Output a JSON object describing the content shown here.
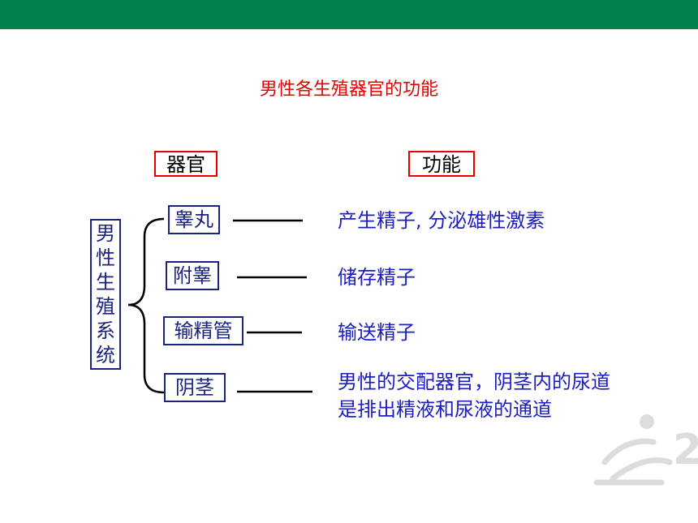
{
  "title": "男性各生殖器官的功能",
  "headers": {
    "organ": "器官",
    "function": "功能"
  },
  "system": [
    "男",
    "性",
    "生",
    "殖",
    "系",
    "统"
  ],
  "rows": [
    {
      "organ": "睾丸",
      "function": [
        "产生精子, 分泌雄性激素"
      ]
    },
    {
      "organ": "附睾",
      "function": [
        "储存精子"
      ]
    },
    {
      "organ": "输精管",
      "function": [
        "输送精子"
      ]
    },
    {
      "organ": "阴茎",
      "function": [
        "男性的交配器官，阴茎内的尿道",
        "是排出精液和尿液的通道"
      ]
    }
  ],
  "colors": {
    "topbar": "#00804a",
    "title": "#e60000",
    "box": "#1a237e",
    "function_text": "#1c1cc4"
  }
}
